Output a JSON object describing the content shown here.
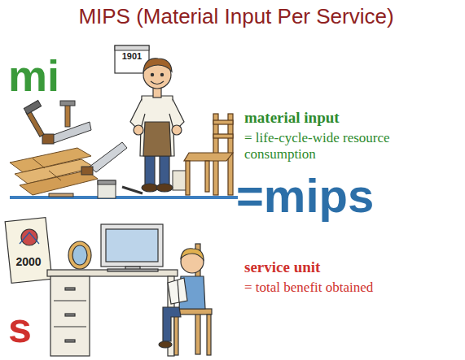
{
  "diagram": {
    "title": "MIPS (Material Input Per Service)",
    "labels": [
      "mi",
      "1901",
      "material input",
      "= life-cycle-wide resource consumption",
      "=mips",
      "2000",
      "s",
      "service unit",
      "= total benefit obtained"
    ]
  }
}
